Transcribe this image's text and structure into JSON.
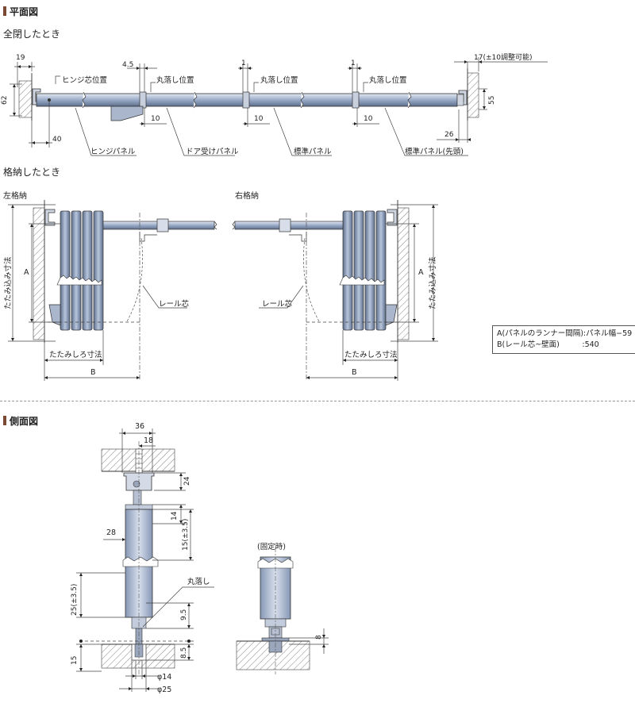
{
  "sections": {
    "plan": {
      "title": "平面図"
    },
    "side": {
      "title": "側面図"
    }
  },
  "plan": {
    "closed": {
      "title": "全閉したとき",
      "dims": {
        "d19": "19",
        "d62": "62",
        "d40": "40",
        "d45": "4.5",
        "d1a": "1",
        "d1b": "1",
        "d10a": "10",
        "d10b": "10",
        "d10c": "10",
        "d17": "17(±10調整可能)",
        "d55": "55",
        "d26": "26"
      },
      "labels": {
        "hinge_center": "ヒンジ芯位置",
        "drop_a": "丸落し位置",
        "drop_b": "丸落し位置",
        "drop_c": "丸落し位置",
        "hinge_panel": "ヒンジパネル",
        "door_panel": "ドア受けパネル",
        "std_panel": "標準パネル",
        "std_panel_lead": "標準パネル(先頭)"
      }
    },
    "stored": {
      "title": "格納したとき",
      "left": {
        "title": "左格納",
        "fold_dim": "たたみ込み寸法",
        "a": "A",
        "rail": "レール芯",
        "fold_margin": "たたみしろ寸法",
        "b": "B"
      },
      "right": {
        "title": "右格納",
        "fold_dim": "たたみ込み寸法",
        "a": "A",
        "rail": "レール芯",
        "fold_margin": "たたみしろ寸法",
        "b": "B"
      }
    },
    "legend": {
      "line_a": "A(パネルのランナー間隔):パネル幅−59",
      "line_b": "B(レール芯~壁面)　　　:540"
    }
  },
  "side": {
    "dims": {
      "d36": "36",
      "d18": "18",
      "d24": "24",
      "d14": "14",
      "d15_35": "15(±3.5)",
      "d28": "28",
      "d25_35": "25(±3.5)",
      "d95": "9.5",
      "d85": "8.5",
      "d15": "15",
      "phi14": "φ14",
      "phi25": "φ25",
      "d8": "8"
    },
    "labels": {
      "drop": "丸落し",
      "fixed": "(固定時)"
    }
  }
}
